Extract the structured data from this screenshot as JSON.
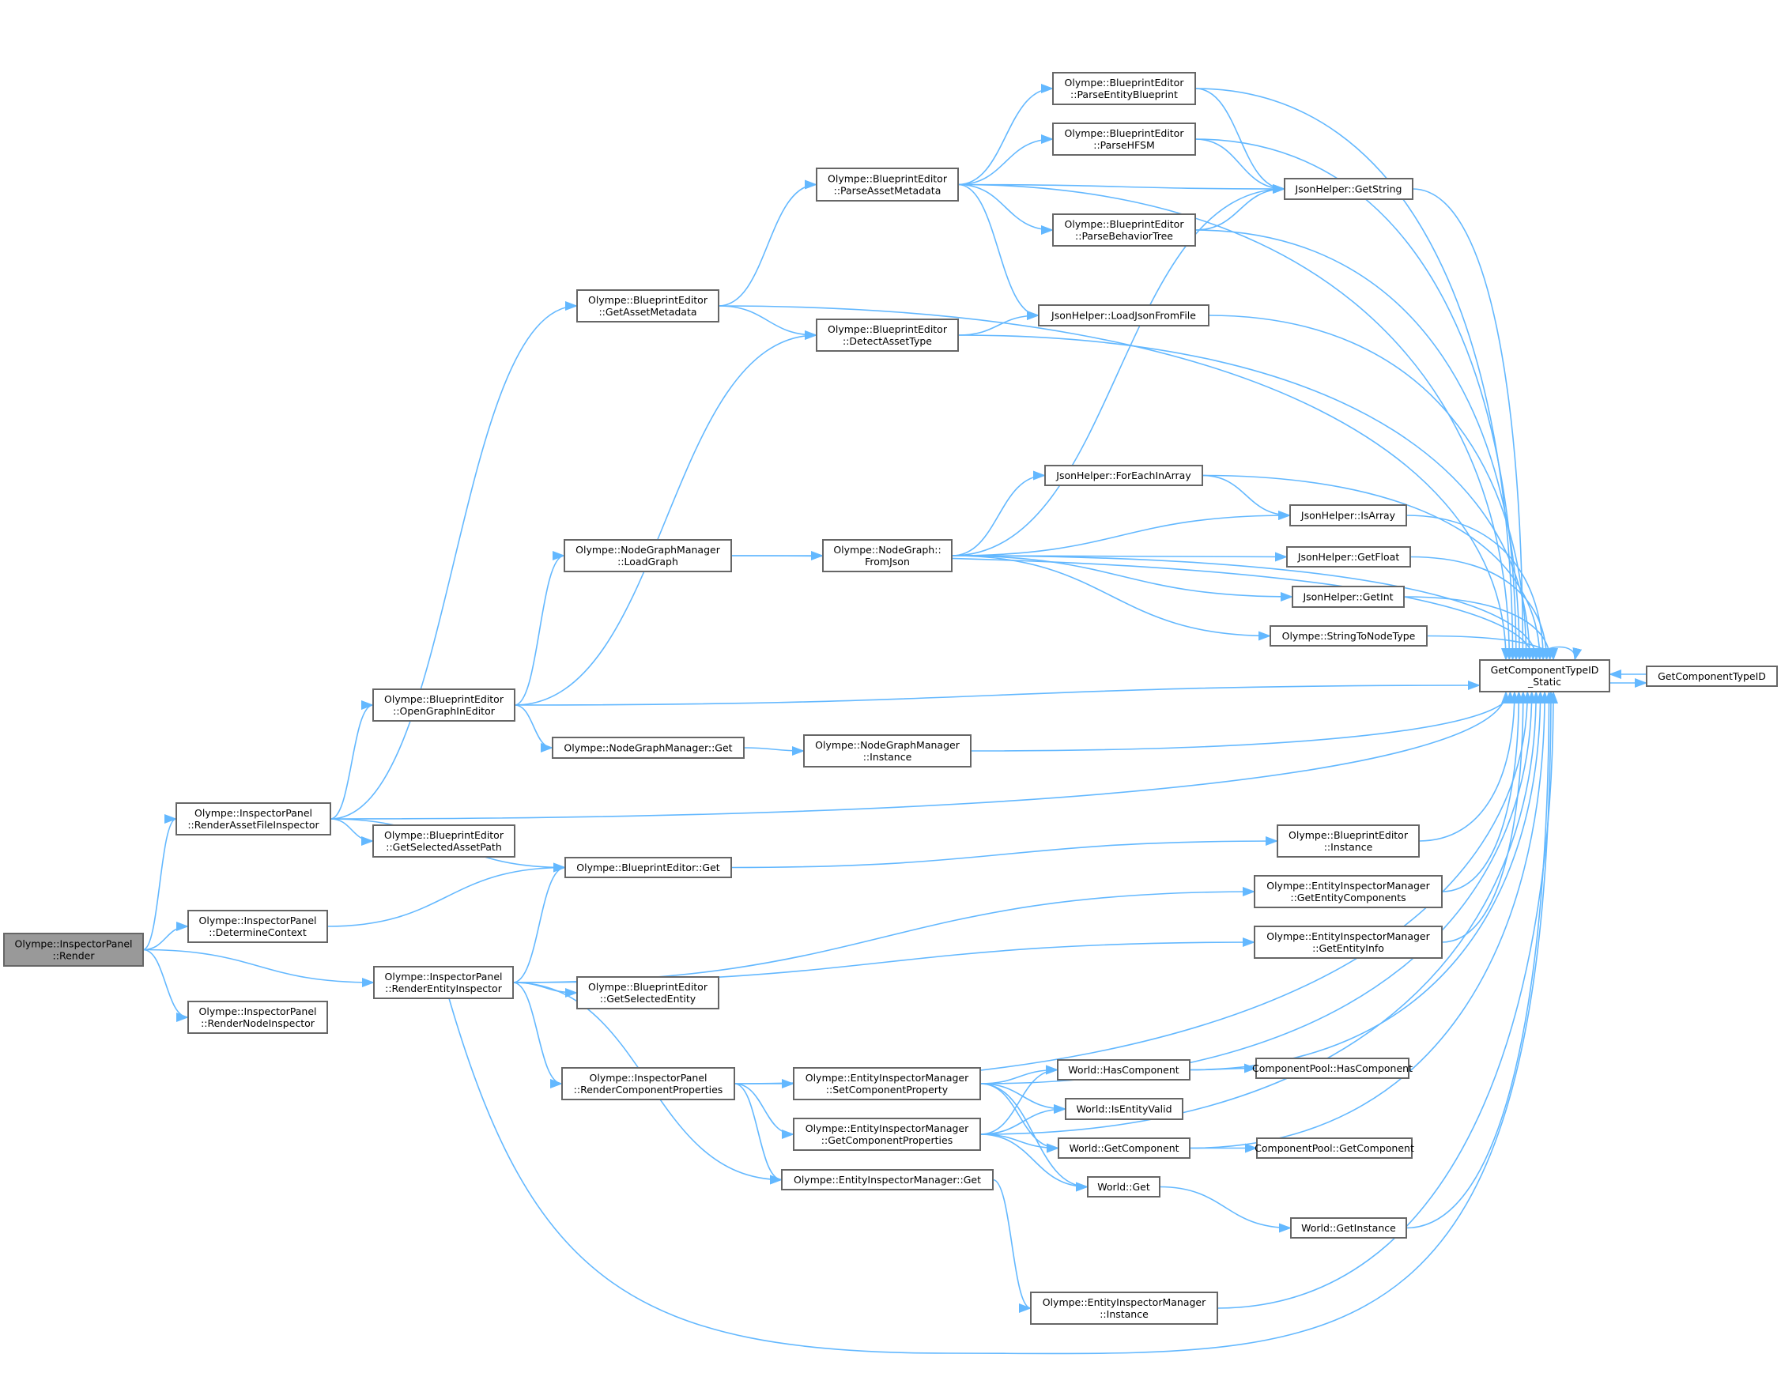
{
  "title": "Olympe::InspectorPanel::Render call graph",
  "colors": {
    "edge": "#63b8ff",
    "node_border": "#666666",
    "root_fill": "#999999",
    "node_fill": "#ffffff"
  },
  "nodes": {
    "render": {
      "lines": [
        "Olympe::InspectorPanel",
        "::Render"
      ]
    },
    "render_asset_file_inspector": {
      "lines": [
        "Olympe::InspectorPanel",
        "::RenderAssetFileInspector"
      ]
    },
    "determine_context": {
      "lines": [
        "Olympe::InspectorPanel",
        "::DetermineContext"
      ]
    },
    "render_node_inspector": {
      "lines": [
        "Olympe::InspectorPanel",
        "::RenderNodeInspector"
      ]
    },
    "render_entity_inspector": {
      "lines": [
        "Olympe::InspectorPanel",
        "::RenderEntityInspector"
      ]
    },
    "get_asset_metadata": {
      "lines": [
        "Olympe::BlueprintEditor",
        "::GetAssetMetadata"
      ]
    },
    "open_graph_in_editor": {
      "lines": [
        "Olympe::BlueprintEditor",
        "::OpenGraphInEditor"
      ]
    },
    "get_selected_asset_path": {
      "lines": [
        "Olympe::BlueprintEditor",
        "::GetSelectedAssetPath"
      ]
    },
    "blueprint_editor_get": {
      "lines": [
        "Olympe::BlueprintEditor::Get"
      ]
    },
    "get_selected_entity": {
      "lines": [
        "Olympe::BlueprintEditor",
        "::GetSelectedEntity"
      ]
    },
    "render_component_properties": {
      "lines": [
        "Olympe::InspectorPanel",
        "::RenderComponentProperties"
      ]
    },
    "parse_asset_metadata": {
      "lines": [
        "Olympe::BlueprintEditor",
        "::ParseAssetMetadata"
      ]
    },
    "detect_asset_type": {
      "lines": [
        "Olympe::BlueprintEditor",
        "::DetectAssetType"
      ]
    },
    "parse_entity_blueprint": {
      "lines": [
        "Olympe::BlueprintEditor",
        "::ParseEntityBlueprint"
      ]
    },
    "parse_hfsm": {
      "lines": [
        "Olympe::BlueprintEditor",
        "::ParseHFSM"
      ]
    },
    "parse_behavior_tree": {
      "lines": [
        "Olympe::BlueprintEditor",
        "::ParseBehaviorTree"
      ]
    },
    "load_json_from_file": {
      "lines": [
        "JsonHelper::LoadJsonFromFile"
      ]
    },
    "get_string": {
      "lines": [
        "JsonHelper::GetString"
      ]
    },
    "load_graph": {
      "lines": [
        "Olympe::NodeGraphManager",
        "::LoadGraph"
      ]
    },
    "from_json": {
      "lines": [
        "Olympe::NodeGraph::",
        "FromJson"
      ]
    },
    "node_graph_manager_get": {
      "lines": [
        "Olympe::NodeGraphManager::Get"
      ]
    },
    "node_graph_manager_instance": {
      "lines": [
        "Olympe::NodeGraphManager",
        "::Instance"
      ]
    },
    "for_each_in_array": {
      "lines": [
        "JsonHelper::ForEachInArray"
      ]
    },
    "is_array": {
      "lines": [
        "JsonHelper::IsArray"
      ]
    },
    "get_float": {
      "lines": [
        "JsonHelper::GetFloat"
      ]
    },
    "get_int": {
      "lines": [
        "JsonHelper::GetInt"
      ]
    },
    "string_to_node_type": {
      "lines": [
        "Olympe::StringToNodeType"
      ]
    },
    "blueprint_editor_instance": {
      "lines": [
        "Olympe::BlueprintEditor",
        "::Instance"
      ]
    },
    "get_entity_components": {
      "lines": [
        "Olympe::EntityInspectorManager",
        "::GetEntityComponents"
      ]
    },
    "get_entity_info": {
      "lines": [
        "Olympe::EntityInspectorManager",
        "::GetEntityInfo"
      ]
    },
    "set_component_property": {
      "lines": [
        "Olympe::EntityInspectorManager",
        "::SetComponentProperty"
      ]
    },
    "get_component_properties": {
      "lines": [
        "Olympe::EntityInspectorManager",
        "::GetComponentProperties"
      ]
    },
    "entity_inspector_manager_get": {
      "lines": [
        "Olympe::EntityInspectorManager::Get"
      ]
    },
    "world_has_component": {
      "lines": [
        "World::HasComponent"
      ]
    },
    "world_is_entity_valid": {
      "lines": [
        "World::IsEntityValid"
      ]
    },
    "world_get_component": {
      "lines": [
        "World::GetComponent"
      ]
    },
    "world_get": {
      "lines": [
        "World::Get"
      ]
    },
    "component_pool_has_component": {
      "lines": [
        "ComponentPool::HasComponent"
      ]
    },
    "component_pool_get_component": {
      "lines": [
        "ComponentPool::GetComponent"
      ]
    },
    "world_get_instance": {
      "lines": [
        "World::GetInstance"
      ]
    },
    "entity_inspector_manager_instance": {
      "lines": [
        "Olympe::EntityInspectorManager",
        "::Instance"
      ]
    },
    "get_component_type_id_static": {
      "lines": [
        "GetComponentTypeID",
        "_Static"
      ]
    },
    "get_component_type_id": {
      "lines": [
        "GetComponentTypeID"
      ]
    }
  },
  "edges": [
    [
      "render",
      "render_asset_file_inspector"
    ],
    [
      "render",
      "determine_context"
    ],
    [
      "render",
      "render_entity_inspector"
    ],
    [
      "render",
      "render_node_inspector"
    ],
    [
      "render_asset_file_inspector",
      "get_asset_metadata"
    ],
    [
      "render_asset_file_inspector",
      "open_graph_in_editor"
    ],
    [
      "render_asset_file_inspector",
      "get_selected_asset_path"
    ],
    [
      "render_asset_file_inspector",
      "blueprint_editor_get"
    ],
    [
      "render_asset_file_inspector",
      "get_component_type_id_static"
    ],
    [
      "determine_context",
      "blueprint_editor_get"
    ],
    [
      "render_entity_inspector",
      "blueprint_editor_get"
    ],
    [
      "render_entity_inspector",
      "get_entity_components"
    ],
    [
      "render_entity_inspector",
      "get_entity_info"
    ],
    [
      "render_entity_inspector",
      "get_selected_entity"
    ],
    [
      "render_entity_inspector",
      "render_component_properties"
    ],
    [
      "render_entity_inspector",
      "entity_inspector_manager_get"
    ],
    [
      "render_entity_inspector",
      "get_component_type_id_static"
    ],
    [
      "get_asset_metadata",
      "parse_asset_metadata"
    ],
    [
      "get_asset_metadata",
      "detect_asset_type"
    ],
    [
      "get_asset_metadata",
      "get_component_type_id_static"
    ],
    [
      "parse_asset_metadata",
      "parse_entity_blueprint"
    ],
    [
      "parse_asset_metadata",
      "parse_hfsm"
    ],
    [
      "parse_asset_metadata",
      "get_string"
    ],
    [
      "parse_asset_metadata",
      "parse_behavior_tree"
    ],
    [
      "parse_asset_metadata",
      "load_json_from_file"
    ],
    [
      "parse_asset_metadata",
      "get_component_type_id_static"
    ],
    [
      "parse_entity_blueprint",
      "get_string"
    ],
    [
      "parse_entity_blueprint",
      "get_component_type_id_static"
    ],
    [
      "parse_hfsm",
      "get_string"
    ],
    [
      "parse_hfsm",
      "get_component_type_id_static"
    ],
    [
      "parse_behavior_tree",
      "get_string"
    ],
    [
      "parse_behavior_tree",
      "get_component_type_id_static"
    ],
    [
      "get_string",
      "get_component_type_id_static"
    ],
    [
      "load_json_from_file",
      "get_component_type_id_static"
    ],
    [
      "detect_asset_type",
      "load_json_from_file"
    ],
    [
      "detect_asset_type",
      "get_component_type_id_static"
    ],
    [
      "open_graph_in_editor",
      "detect_asset_type"
    ],
    [
      "open_graph_in_editor",
      "load_graph"
    ],
    [
      "open_graph_in_editor",
      "node_graph_manager_get"
    ],
    [
      "open_graph_in_editor",
      "get_component_type_id_static"
    ],
    [
      "load_graph",
      "from_json"
    ],
    [
      "load_graph",
      "get_component_type_id_static"
    ],
    [
      "from_json",
      "get_string"
    ],
    [
      "from_json",
      "for_each_in_array"
    ],
    [
      "from_json",
      "is_array"
    ],
    [
      "from_json",
      "get_float"
    ],
    [
      "from_json",
      "get_int"
    ],
    [
      "from_json",
      "string_to_node_type"
    ],
    [
      "from_json",
      "get_component_type_id_static"
    ],
    [
      "for_each_in_array",
      "is_array"
    ],
    [
      "for_each_in_array",
      "get_component_type_id_static"
    ],
    [
      "is_array",
      "get_component_type_id_static"
    ],
    [
      "get_float",
      "get_component_type_id_static"
    ],
    [
      "get_int",
      "get_component_type_id_static"
    ],
    [
      "string_to_node_type",
      "get_component_type_id_static"
    ],
    [
      "node_graph_manager_get",
      "node_graph_manager_instance"
    ],
    [
      "node_graph_manager_instance",
      "get_component_type_id_static"
    ],
    [
      "blueprint_editor_get",
      "blueprint_editor_instance"
    ],
    [
      "blueprint_editor_instance",
      "get_component_type_id_static"
    ],
    [
      "get_entity_components",
      "get_component_type_id_static"
    ],
    [
      "get_entity_info",
      "get_component_type_id_static"
    ],
    [
      "render_component_properties",
      "set_component_property"
    ],
    [
      "render_component_properties",
      "get_component_properties"
    ],
    [
      "render_component_properties",
      "entity_inspector_manager_get"
    ],
    [
      "render_component_properties",
      "get_component_type_id_static"
    ],
    [
      "set_component_property",
      "world_has_component"
    ],
    [
      "set_component_property",
      "world_is_entity_valid"
    ],
    [
      "set_component_property",
      "world_get_component"
    ],
    [
      "set_component_property",
      "world_get"
    ],
    [
      "set_component_property",
      "get_component_type_id_static"
    ],
    [
      "get_component_properties",
      "world_has_component"
    ],
    [
      "get_component_properties",
      "world_is_entity_valid"
    ],
    [
      "get_component_properties",
      "world_get_component"
    ],
    [
      "get_component_properties",
      "world_get"
    ],
    [
      "get_component_properties",
      "get_component_type_id_static"
    ],
    [
      "world_has_component",
      "component_pool_has_component"
    ],
    [
      "world_has_component",
      "get_component_type_id_static"
    ],
    [
      "world_get_component",
      "component_pool_get_component"
    ],
    [
      "world_get_component",
      "get_component_type_id_static"
    ],
    [
      "world_get",
      "world_get_instance"
    ],
    [
      "world_get_instance",
      "get_component_type_id_static"
    ],
    [
      "entity_inspector_manager_get",
      "entity_inspector_manager_instance"
    ],
    [
      "entity_inspector_manager_instance",
      "get_component_type_id_static"
    ],
    [
      "get_component_type_id_static",
      "get_component_type_id_static"
    ],
    [
      "get_component_type_id_static",
      "get_component_type_id"
    ],
    [
      "get_component_type_id",
      "get_component_type_id_static"
    ]
  ]
}
